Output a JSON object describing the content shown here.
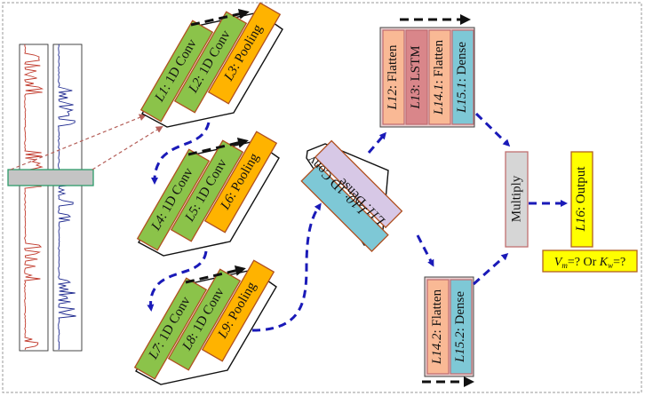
{
  "diagram": {
    "title": "1D CNN-LSTM architecture",
    "input": {
      "traces": [
        "red-log-trace",
        "blue-log-trace"
      ],
      "window_label": ""
    },
    "blocks": [
      {
        "id": "block1",
        "layers": [
          {
            "num": "L1",
            "name": "1D Conv",
            "color": "#8bc34a"
          },
          {
            "num": "L2",
            "name": "1D Conv",
            "color": "#8bc34a"
          },
          {
            "num": "L3",
            "name": "Pooling",
            "color": "#ffb300"
          }
        ]
      },
      {
        "id": "block2",
        "layers": [
          {
            "num": "L4",
            "name": "1D Conv",
            "color": "#8bc34a"
          },
          {
            "num": "L5",
            "name": "1D Conv",
            "color": "#8bc34a"
          },
          {
            "num": "L6",
            "name": "Pooling",
            "color": "#ffb300"
          }
        ]
      },
      {
        "id": "block3",
        "layers": [
          {
            "num": "L7",
            "name": "1D Conv",
            "color": "#8bc34a"
          },
          {
            "num": "L8",
            "name": "1D Conv",
            "color": "#8bc34a"
          },
          {
            "num": "L9",
            "name": "Pooling",
            "color": "#ffb300"
          }
        ]
      },
      {
        "id": "block4",
        "layers": [
          {
            "num": "L10",
            "name": "1D Conv",
            "color": "#d7c8e6"
          },
          {
            "num": "L11",
            "name": "Dense",
            "color": "#7ec8d6"
          }
        ]
      },
      {
        "id": "branch-top",
        "layers": [
          {
            "num": "L12",
            "name": "Flatten",
            "color": "#f9b995"
          },
          {
            "num": "L13",
            "name": "LSTM",
            "color": "#d9868a"
          },
          {
            "num": "L14.1",
            "name": "Flatten",
            "color": "#f9b995"
          },
          {
            "num": "L15.1",
            "name": "Dense",
            "color": "#7ec8d6"
          }
        ]
      },
      {
        "id": "branch-bottom",
        "layers": [
          {
            "num": "L14.2",
            "name": "Flatten",
            "color": "#f9b995"
          },
          {
            "num": "L15.2",
            "name": "Dense",
            "color": "#7ec8d6"
          }
        ]
      }
    ],
    "multiply": {
      "label": "Multiply",
      "color": "#d6d6d6"
    },
    "output": {
      "num": "L16",
      "name": "Output",
      "color": "#ffff00"
    },
    "result": {
      "v_sym": "V",
      "v_sub": "m",
      "mid": "=? Or ",
      "k_sym": "K",
      "k_sub": "w",
      "tail": "=?",
      "color": "#ffff00"
    },
    "colors": {
      "flow_arrow": "#1a1ab8",
      "direction_arrow": "#111111",
      "link_dash": "#b5605a"
    }
  }
}
